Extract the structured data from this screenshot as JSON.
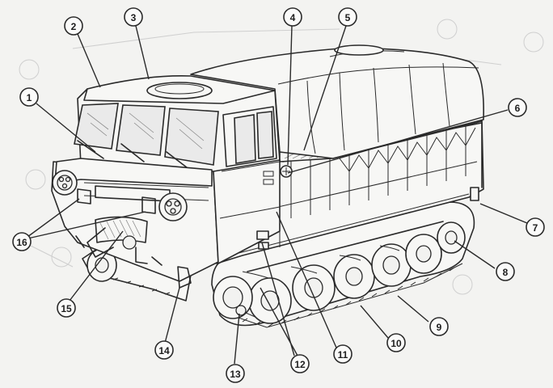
{
  "callouts": [
    {
      "id": "c1",
      "label": "1"
    },
    {
      "id": "c2",
      "label": "2"
    },
    {
      "id": "c3",
      "label": "3"
    },
    {
      "id": "c4",
      "label": "4"
    },
    {
      "id": "c5",
      "label": "5"
    },
    {
      "id": "c6",
      "label": "6"
    },
    {
      "id": "c7",
      "label": "7"
    },
    {
      "id": "c8",
      "label": "8"
    },
    {
      "id": "c9",
      "label": "9"
    },
    {
      "id": "c10",
      "label": "10"
    },
    {
      "id": "c11",
      "label": "11"
    },
    {
      "id": "c12",
      "label": "12"
    },
    {
      "id": "c13",
      "label": "13"
    },
    {
      "id": "c14",
      "label": "14"
    },
    {
      "id": "c15",
      "label": "15"
    },
    {
      "id": "c16",
      "label": "16"
    }
  ],
  "colors": {
    "background": "#f3f3f1",
    "ink": "#2a2a2a"
  }
}
